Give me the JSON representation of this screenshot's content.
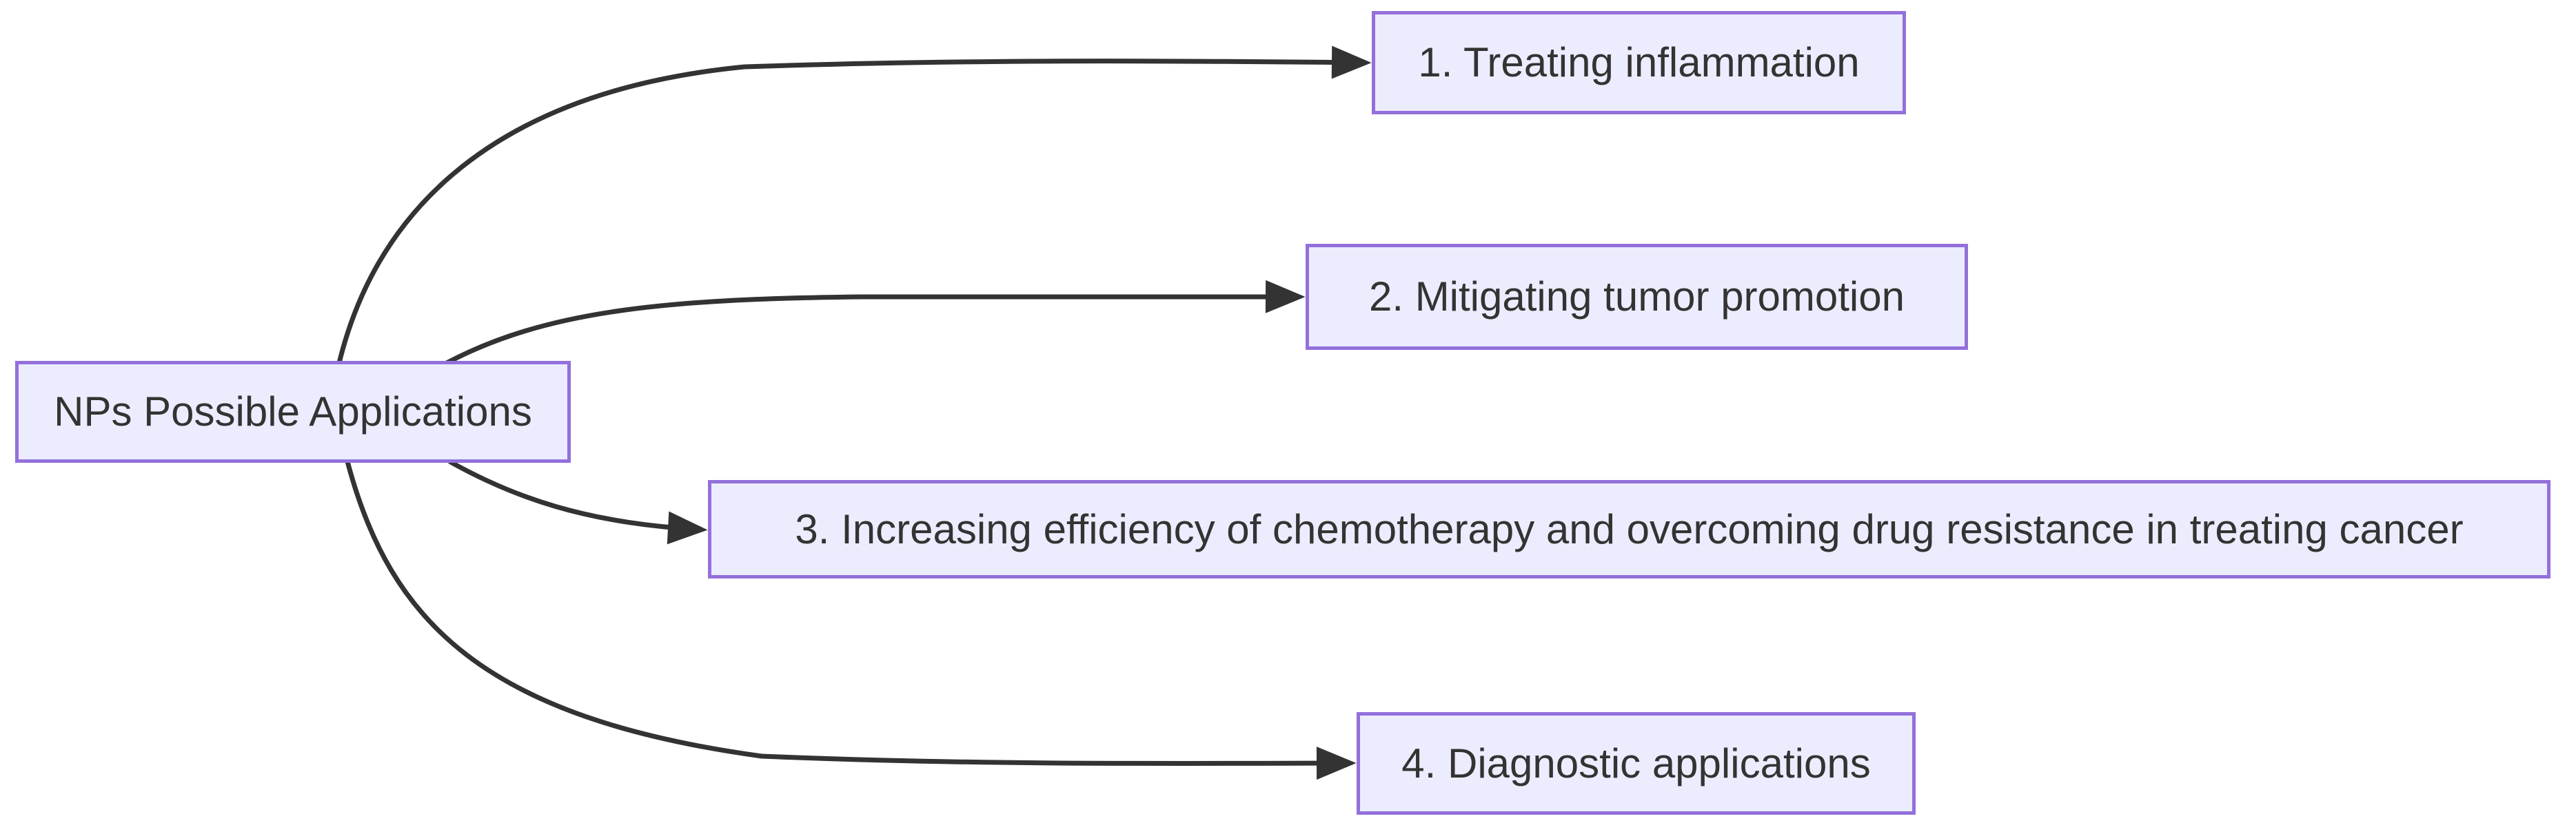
{
  "diagram": {
    "type": "flowchart",
    "direction": "left-to-right",
    "background": "#FFFFFF",
    "root": {
      "label": "NPs Possible Applications"
    },
    "children": [
      {
        "label": "1. Treating inflammation"
      },
      {
        "label": "2. Mitigating tumor promotion"
      },
      {
        "label": "3. Increasing efficiency of chemotherapy and overcoming drug resistance in treating cancer"
      },
      {
        "label": "4. Diagnostic applications"
      }
    ],
    "edges": [
      {
        "from": "NPs Possible Applications",
        "to": "1. Treating inflammation",
        "arrow": "arrowhead-right"
      },
      {
        "from": "NPs Possible Applications",
        "to": "2. Mitigating tumor promotion",
        "arrow": "arrowhead-right"
      },
      {
        "from": "NPs Possible Applications",
        "to": "3. Increasing efficiency of chemotherapy and overcoming drug resistance in treating cancer",
        "arrow": "arrowhead-right"
      },
      {
        "from": "NPs Possible Applications",
        "to": "4. Diagnostic applications",
        "arrow": "arrowhead-right"
      }
    ],
    "colors": {
      "node_fill": "#ECECFF",
      "node_border": "#9370DB",
      "node_text": "#333333",
      "edge_stroke": "#333333",
      "background": "#FFFFFF"
    }
  }
}
